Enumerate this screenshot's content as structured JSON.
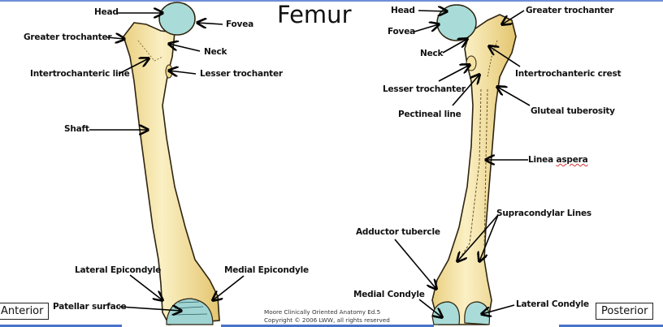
{
  "title": "Femur",
  "views": {
    "anterior": "Anterior",
    "posterior": "Posterior"
  },
  "credit": {
    "line1": "Moore Clinically Oriented Anatomy Ed.5",
    "line2": "Copyright © 2006 LWW, all rights reserved"
  },
  "anterior_labels": {
    "head": "Head",
    "fovea": "Fovea",
    "greater_trochanter": "Greater trochanter",
    "neck": "Neck",
    "intertrochanteric_line": "Intertrochanteric line",
    "lesser_trochanter": "Lesser trochanter",
    "shaft": "Shaft",
    "lateral_epicondyle": "Lateral Epicondyle",
    "medial_epicondyle": "Medial Epicondyle",
    "patellar_surface": "Patellar surface"
  },
  "posterior_labels": {
    "head": "Head",
    "fovea": "Fovea",
    "greater_trochanter": "Greater trochanter",
    "neck": "Neck",
    "intertrochanteric_crest": "Intertrochanteric crest",
    "lesser_trochanter": "Lesser trochanter",
    "pectineal_line": "Pectineal line",
    "gluteal_tuberosity": "Gluteal tuberosity",
    "linea_aspera_1": "Linea ",
    "linea_aspera_2": "aspera",
    "supracondylar_lines": "Supracondylar Lines",
    "adductor_tubercle": "Adductor tubercle",
    "medial_condyle": "Medial Condyle",
    "lateral_condyle": "Lateral Condyle"
  },
  "colors": {
    "bone": "#f3e3a4",
    "bone_shade": "#e2c878",
    "cartilage": "#a9dcd8",
    "outline": "#3a2e18",
    "accent_bar": "#4a72c8"
  }
}
